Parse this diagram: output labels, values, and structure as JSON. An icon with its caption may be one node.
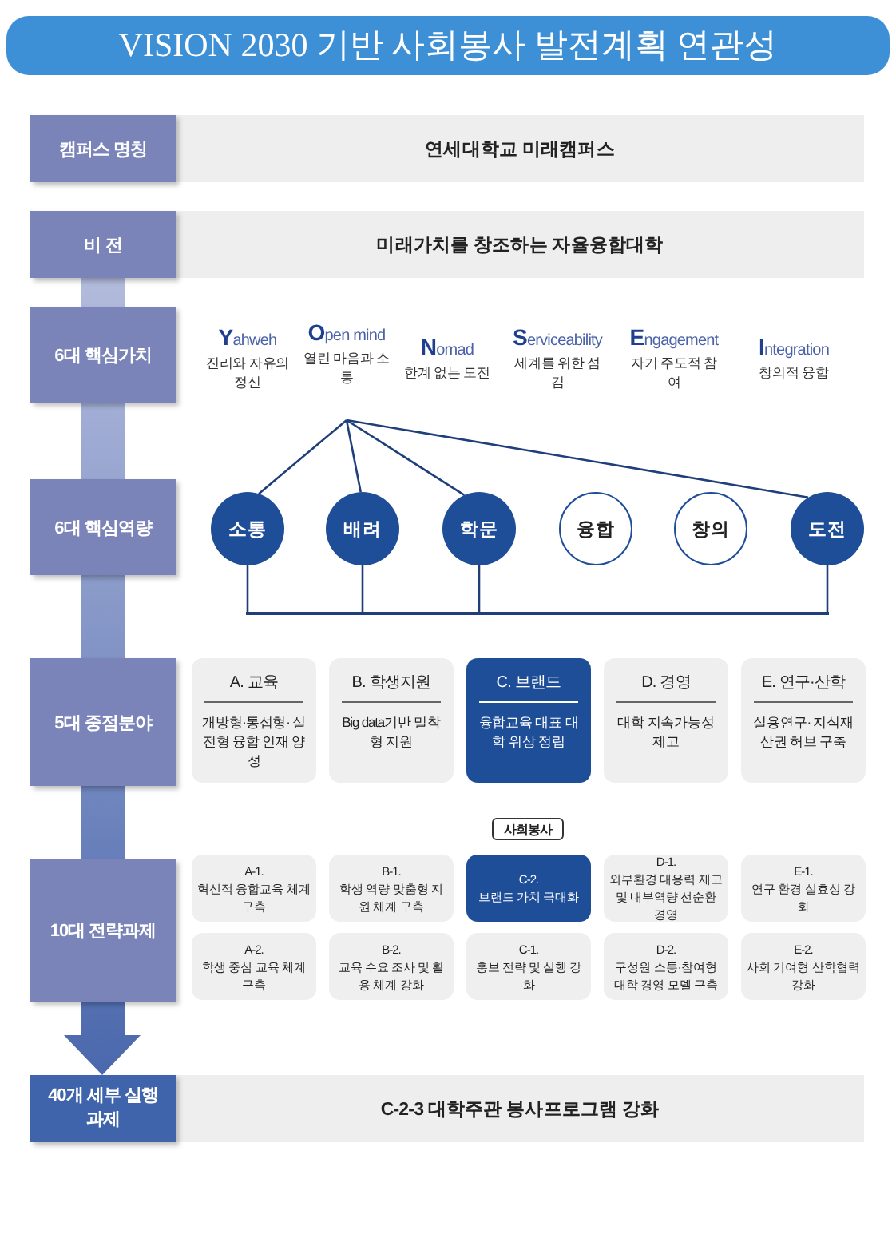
{
  "diagram": {
    "title": "VISION 2030 기반 사회봉사 발전계획 연관성",
    "nodes": [
      {
        "text": [
          "캠퍼스 명칭"
        ]
      },
      {
        "text": [
          "연세대학교 미래캠퍼스"
        ]
      },
      {
        "text": [
          "비 전"
        ]
      },
      {
        "text": [
          "미래가치를 창조하는 자율융합대학"
        ]
      },
      {
        "text": [
          "6대 핵심가치"
        ]
      },
      {
        "text": [
          "Yahweh",
          "진리와 자유의 정신"
        ]
      },
      {
        "text": [
          "Open mind",
          "열린 마음과 소통"
        ]
      },
      {
        "text": [
          "Nomad",
          "한계 없는 도전"
        ]
      },
      {
        "text": [
          "Serviceability",
          "세계를 위한 섬김"
        ]
      },
      {
        "text": [
          "Engagement",
          "자기 주도적 참여"
        ]
      },
      {
        "text": [
          "Integration",
          "창의적 융합"
        ]
      },
      {
        "text": [
          "6대 핵심역량"
        ]
      },
      {
        "text": [
          "소통"
        ]
      },
      {
        "text": [
          "배려"
        ]
      },
      {
        "text": [
          "학문"
        ]
      },
      {
        "text": [
          "융합"
        ]
      },
      {
        "text": [
          "창의"
        ]
      },
      {
        "text": [
          "도전"
        ]
      },
      {
        "text": [],
        "shape": "bar"
      },
      {
        "text": [
          "5대 중점분야"
        ]
      },
      {
        "text": [
          "A. 교육",
          "개방형·통섭형· 실전형 융합 인재 양성"
        ]
      },
      {
        "text": [
          "B. 학생지원",
          "Big data기반 밀착형 지원"
        ]
      },
      {
        "text": [
          "C. 브랜드",
          "융합교육 대표 대학 위상 정립"
        ]
      },
      {
        "text": [
          "D. 경영",
          "대학 지속가능성 제고"
        ]
      },
      {
        "text": [
          "E. 연구·산학",
          "실용연구· 지식재산권 허브 구축"
        ]
      },
      {
        "text": [
          "사회봉사"
        ]
      },
      {
        "text": [
          "10대 전략과제"
        ]
      },
      {
        "text": [
          "A-1.",
          "혁신적 융합교육 체계 구축"
        ]
      },
      {
        "text": [
          "B-1.",
          "학생 역량 맞춤형 지원 체계 구축"
        ]
      },
      {
        "text": [
          "C-2.",
          "브랜드 가치 극대화"
        ]
      },
      {
        "text": [
          "D-1.",
          "외부환경 대응력 제고 및 내부역량 선순환 경영"
        ]
      },
      {
        "text": [
          "E-1.",
          "연구 환경 실효성 강화"
        ]
      },
      {
        "text": [
          "A-2.",
          "학생 중심 교육 체계 구축"
        ]
      },
      {
        "text": [
          "B-2.",
          "교육 수요 조사 및 활용 체계 강화"
        ]
      },
      {
        "text": [
          "C-1.",
          "홍보 전략 및 실행 강화"
        ]
      },
      {
        "text": [
          "D-2.",
          "구성원 소통·참여형 대학 경영 모델 구축"
        ]
      },
      {
        "text": [
          "E-2.",
          "사회 기여형 산학협력 강화"
        ]
      },
      {
        "text": [
          "40개 세부 실행과제"
        ]
      },
      {
        "text": [
          "C-2-3 대학주관 봉사프로그램 강화"
        ]
      }
    ],
    "edges": [
      {
        "from": 6,
        "to": 12,
        "arrow": "none"
      },
      {
        "from": 6,
        "to": 13,
        "arrow": "none"
      },
      {
        "from": 6,
        "to": 14,
        "arrow": "none"
      },
      {
        "from": 6,
        "to": 17,
        "arrow": "none"
      },
      {
        "from": 12,
        "to": 18,
        "arrow": "none"
      },
      {
        "from": 13,
        "to": 18,
        "arrow": "none"
      },
      {
        "from": 14,
        "to": 18,
        "arrow": "none"
      },
      {
        "from": 17,
        "to": 18,
        "arrow": "none"
      }
    ]
  }
}
